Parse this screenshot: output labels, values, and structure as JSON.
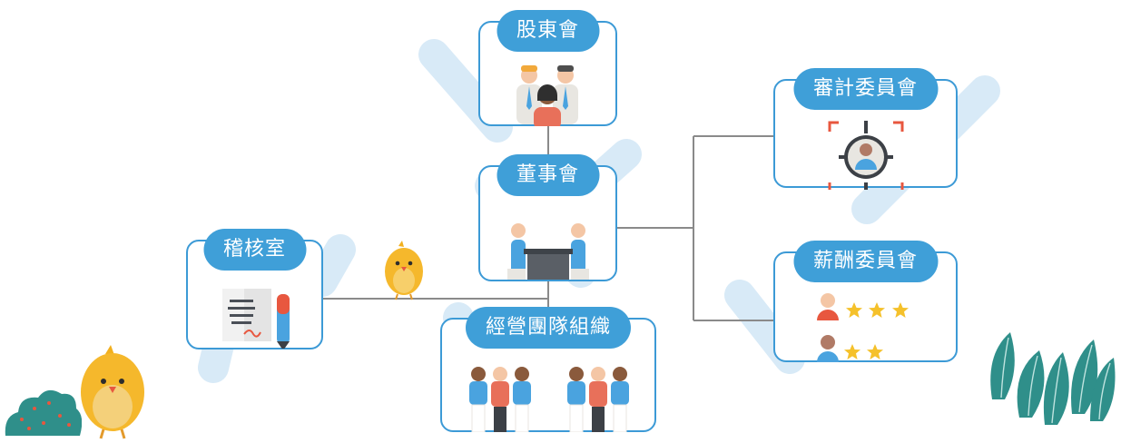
{
  "nodes": {
    "shareholders": {
      "title": "股東會",
      "icon": "shareholders-people-icon"
    },
    "board": {
      "title": "董事會",
      "icon": "board-meeting-icon"
    },
    "audit_office": {
      "title": "稽核室",
      "icon": "audit-document-icon"
    },
    "management": {
      "title": "經營團隊組織",
      "icon": "team-group-icon"
    },
    "audit_committee": {
      "title": "審計委員會",
      "icon": "target-person-icon"
    },
    "remuneration_committee": {
      "title": "薪酬委員會",
      "icon": "rating-stars-icon"
    }
  },
  "colors": {
    "node_border": "#3c9ad6",
    "title_fill": "#3f9fd8",
    "connector": "#8a8a8a",
    "deco_stripe": "#d6e9f7"
  }
}
